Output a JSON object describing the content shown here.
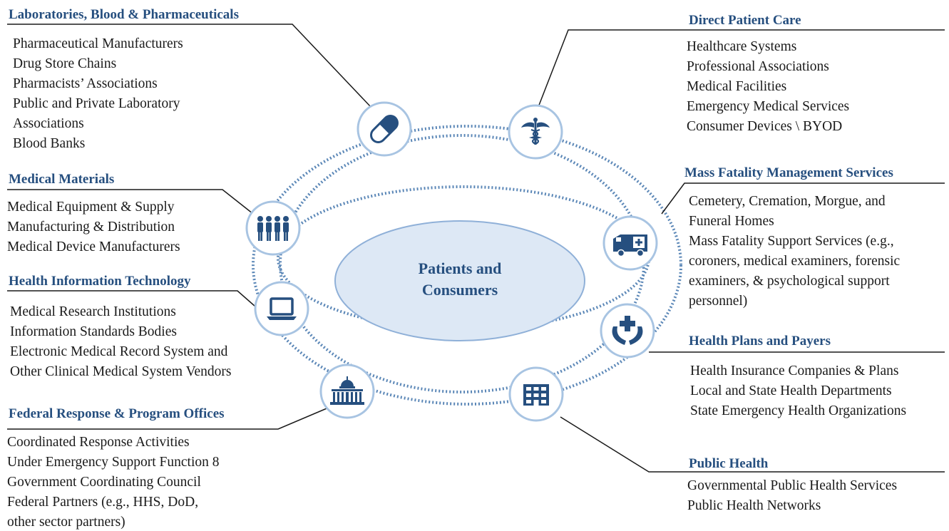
{
  "center": {
    "line1": "Patients and",
    "line2": "Consumers"
  },
  "icons": [
    "capsule-icon",
    "caduceus-icon",
    "people-group-icon",
    "ambulance-icon",
    "laptop-icon",
    "hands-cross-icon",
    "capitol-building-icon",
    "hospital-building-icon"
  ],
  "colors": {
    "title": "#264f7f",
    "icon": "#264f7f",
    "ring": "#5b87b7",
    "circle_border": "#a8c4e2",
    "center_fill": "#dde8f5",
    "center_border": "#8fb0d8"
  },
  "groups": {
    "labs": {
      "title": "Laboratories, Blood & Pharmaceuticals",
      "items": [
        "Pharmaceutical Manufacturers",
        "Drug Store Chains",
        "Pharmacists’ Associations",
        "Public and Private Laboratory",
        "Associations",
        "Blood Banks"
      ]
    },
    "materials": {
      "title": "Medical Materials",
      "items": [
        "Medical Equipment & Supply",
        "Manufacturing & Distribution",
        "Medical Device Manufacturers"
      ]
    },
    "hit": {
      "title": "Health Information Technology",
      "items": [
        "Medical Research Institutions",
        "Information Standards Bodies",
        "Electronic Medical Record System and",
        "Other Clinical Medical System Vendors"
      ]
    },
    "federal": {
      "title": "Federal Response & Program Offices",
      "items": [
        "Coordinated Response Activities",
        "Under Emergency Support Function 8",
        "Government Coordinating Council",
        "Federal Partners (e.g., HHS, DoD,",
        "other sector partners)"
      ]
    },
    "direct": {
      "title": "Direct Patient Care",
      "items": [
        "Healthcare Systems",
        "Professional Associations",
        "Medical Facilities",
        "Emergency Medical Services",
        "Consumer Devices \\ BYOD"
      ]
    },
    "fatality": {
      "title": "Mass Fatality Management Services",
      "items": [
        "Cemetery, Cremation, Morgue, and",
        "Funeral Homes",
        "Mass Fatality Support Services (e.g.,",
        "coroners, medical examiners, forensic",
        "examiners, & psychological support",
        "personnel)"
      ]
    },
    "plans": {
      "title": "Health Plans and Payers",
      "items": [
        "Health Insurance Companies & Plans",
        "Local and State Health Departments",
        "State Emergency Health Organizations"
      ]
    },
    "public": {
      "title": "Public Health",
      "items": [
        "Governmental Public Health Services",
        "Public Health Networks"
      ]
    }
  }
}
